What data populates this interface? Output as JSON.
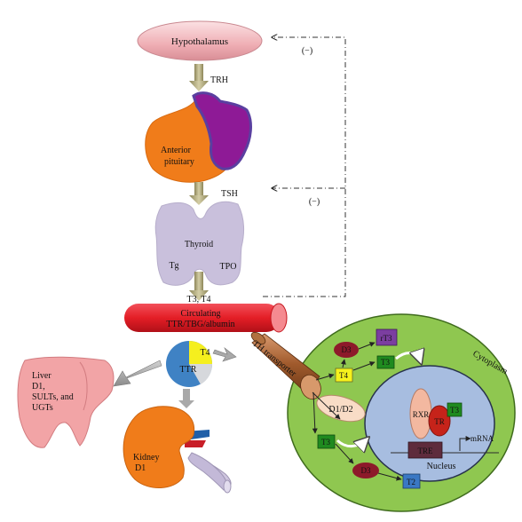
{
  "hypothalamus": {
    "label": "Hypothalamus"
  },
  "feedback": {
    "upper": "(−)",
    "lower": "(−)"
  },
  "hormones": {
    "trh": "TRH",
    "tsh": "TSH",
    "t3_t4": "T3, T4"
  },
  "pituitary": {
    "line1": "Anterior",
    "line2": "pituitary"
  },
  "thyroid": {
    "label": "Thyroid",
    "tg": "Tg",
    "tpo": "TPO"
  },
  "circulating": {
    "line1": "Circulating",
    "line2": "TTR/TBG/albumin"
  },
  "binding_proteins": {
    "t4": "T4",
    "ttr": "TTR"
  },
  "liver": {
    "line1": "Liver",
    "line2": "D1,",
    "line3": "SULTs, and",
    "line4": "UGTs"
  },
  "kidney": {
    "line1": "Kidney",
    "line2": "D1"
  },
  "transporter": {
    "label": "TH transporter"
  },
  "cell": {
    "cytoplasm": "Cytoplasm",
    "nucleus": "Nucleus",
    "d3_top": "D3",
    "rt3": "rT3",
    "t4": "T4",
    "t3_top": "T3",
    "d1d2": "D1/D2",
    "t3_bottom": "T3",
    "d3_bottom": "D3",
    "t2": "T2",
    "rxr": "RXR",
    "tr": "TR",
    "t3_receptor": "T3",
    "tre": "TRE",
    "mrna": "mRNA"
  },
  "colors": {
    "hypothalamus": "#f0b6bb",
    "pituitary_orange": "#f07c1a",
    "pituitary_purple": "#8e1a96",
    "thyroid": "#c9c0dc",
    "vessel": "#e82228",
    "cell_green": "#8fc750",
    "nucleus_blue": "#a7bde0",
    "arrow_olive": "#a8a17a"
  }
}
